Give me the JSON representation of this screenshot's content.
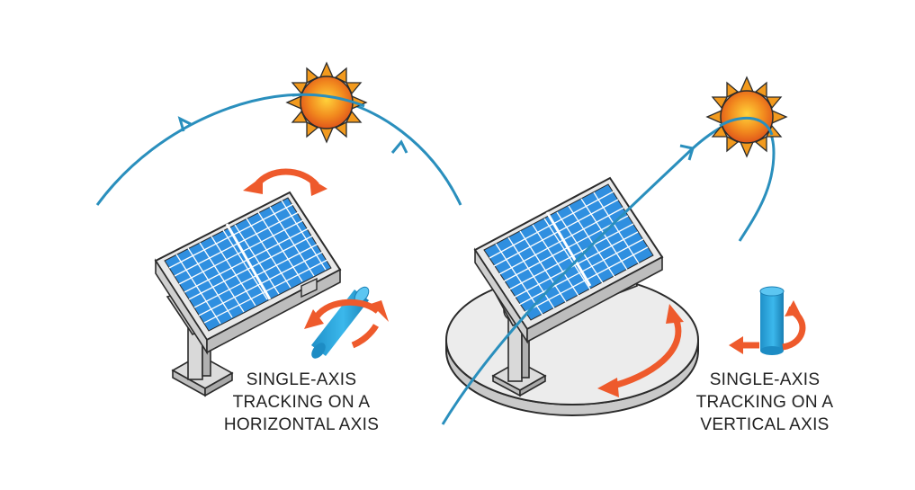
{
  "colors": {
    "path": "#2a8fbd",
    "arrow": "#ee5a2c",
    "panel_cell": "#2f8fe0",
    "panel_grid": "#ffffff",
    "frame": "#e9e9e9",
    "outline": "#2b2b2b",
    "cylinder": "#2aa9e0",
    "sun_core": "#f07a1a",
    "sun_rays": "#f29a1e",
    "disc": "#ececec"
  },
  "left_caption": {
    "line1": "SINGLE-AXIS",
    "line2": "TRACKING ON A",
    "line3": "HORIZONTAL AXIS"
  },
  "right_caption": {
    "line1": "SINGLE-AXIS",
    "line2": "TRACKING ON A",
    "line3": "VERTICAL AXIS"
  },
  "icons": [
    "sun-icon",
    "solar-panel-icon",
    "rotation-arrow-icon",
    "axis-cylinder-icon",
    "turntable-base-icon"
  ]
}
